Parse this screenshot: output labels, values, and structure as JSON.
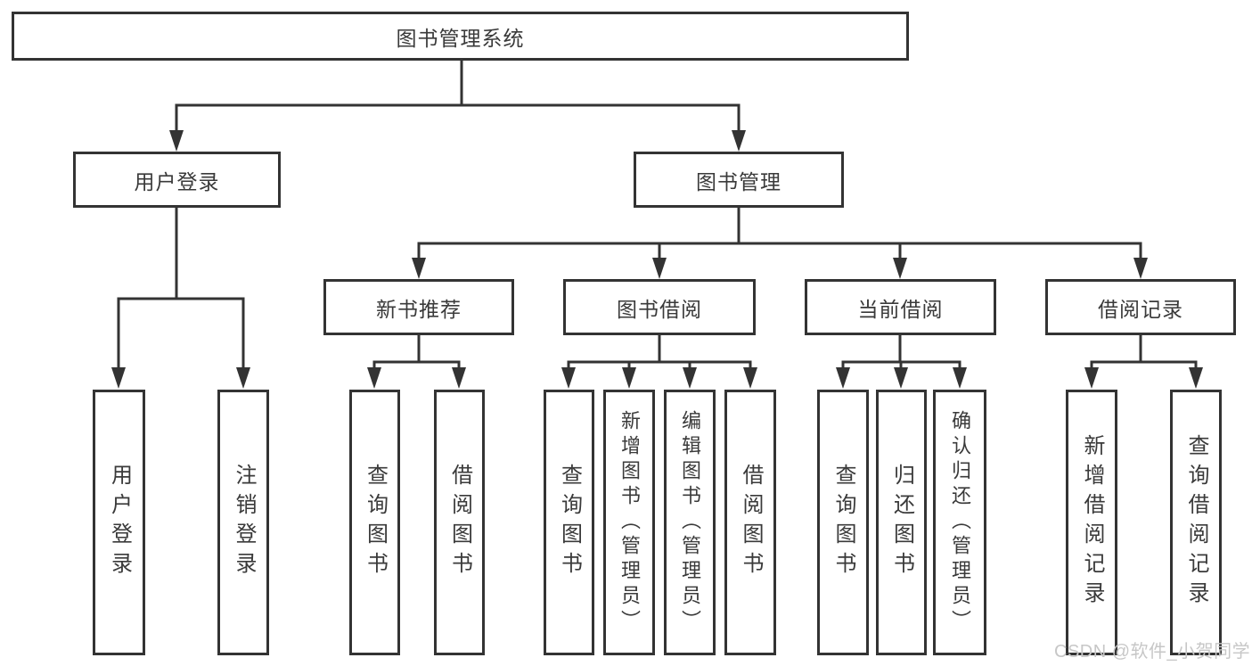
{
  "diagram": {
    "title": "图书管理系统",
    "root": {
      "label": "图书管理系统",
      "children": [
        {
          "label": "用户登录",
          "children": [
            {
              "label": "用户登录"
            },
            {
              "label": "注销登录"
            }
          ]
        },
        {
          "label": "图书管理",
          "children": [
            {
              "label": "新书推荐",
              "children": [
                {
                  "label": "查询图书"
                },
                {
                  "label": "借阅图书"
                }
              ]
            },
            {
              "label": "图书借阅",
              "children": [
                {
                  "label": "查询图书"
                },
                {
                  "label": "新增图书（管理员）"
                },
                {
                  "label": "编辑图书（管理员）"
                },
                {
                  "label": "借阅图书"
                }
              ]
            },
            {
              "label": "当前借阅",
              "children": [
                {
                  "label": "查询图书"
                },
                {
                  "label": "归还图书"
                },
                {
                  "label": "确认归还（管理员）"
                }
              ]
            },
            {
              "label": "借阅记录",
              "children": [
                {
                  "label": "新增借阅记录"
                },
                {
                  "label": "查询借阅记录"
                }
              ]
            }
          ]
        }
      ]
    }
  },
  "watermark": {
    "text": "CSDN @软件_小贺同学"
  },
  "colors": {
    "line": "#333333",
    "text": "#3a3a3a",
    "background": "#ffffff",
    "watermark": "#c7c7c7"
  }
}
